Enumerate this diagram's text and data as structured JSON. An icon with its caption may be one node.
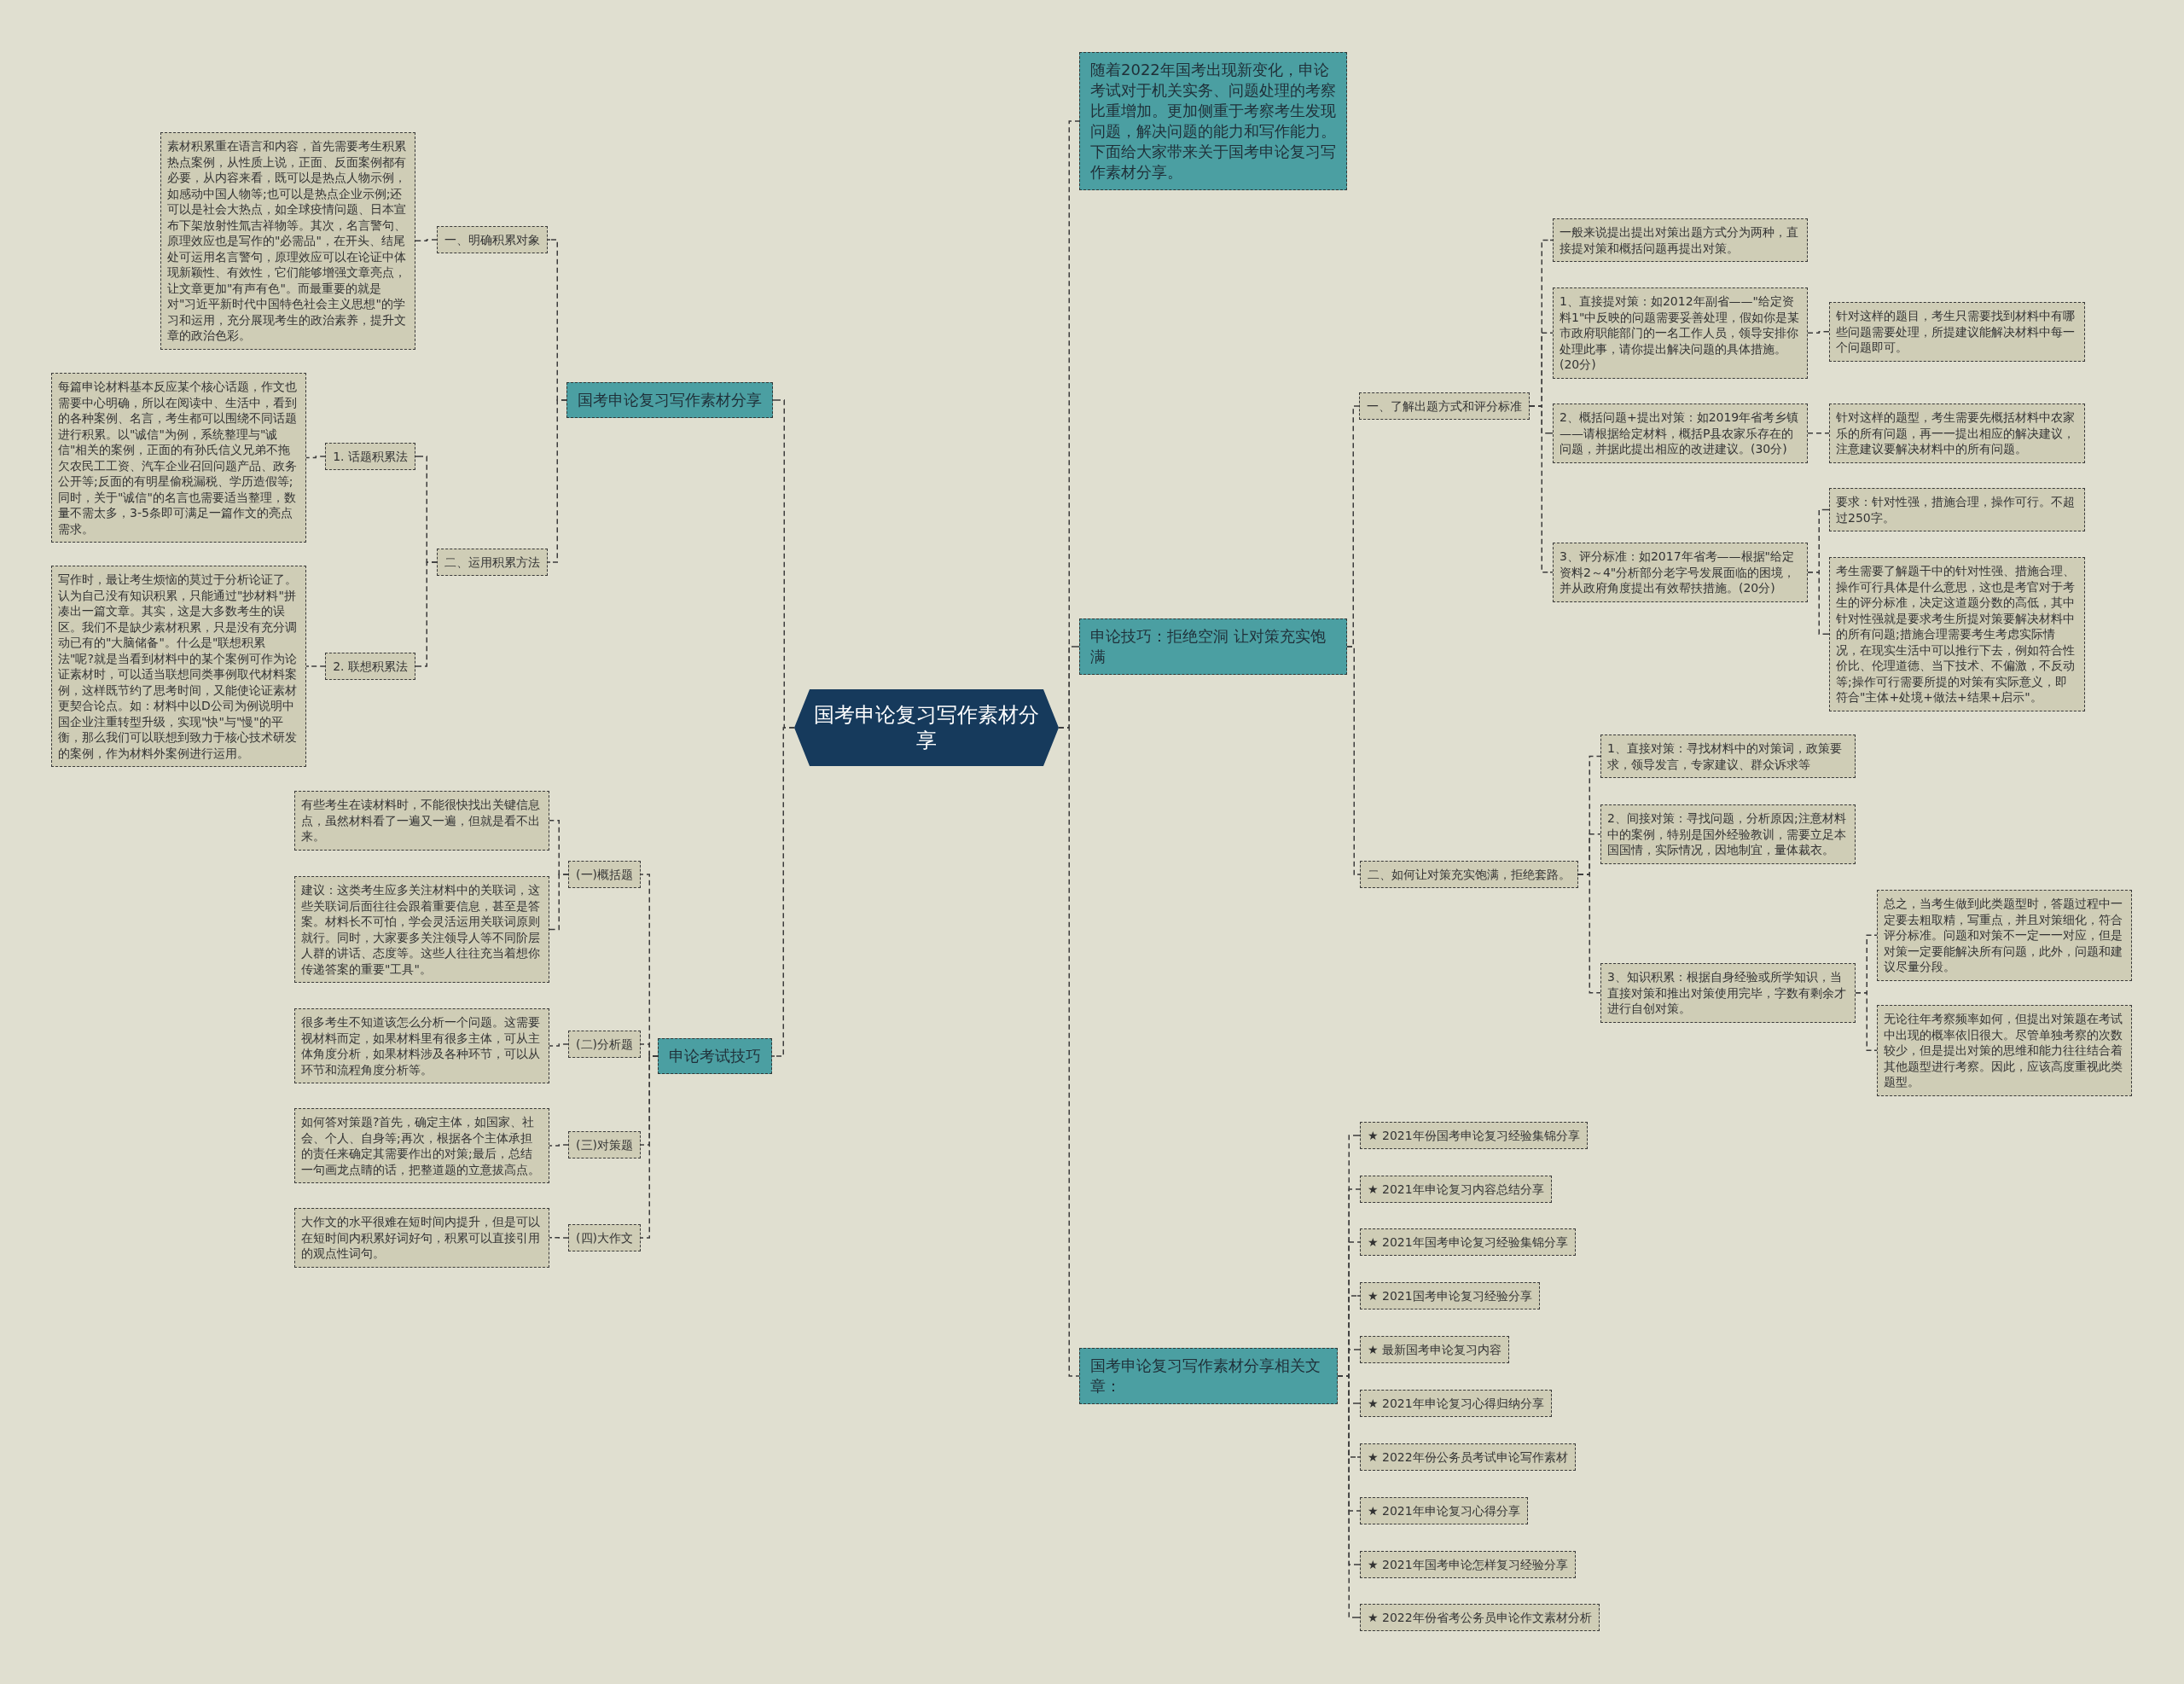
{
  "diagram": {
    "nodes": [
      {
        "text": [
          "国考申论复习写作素材分享"
        ]
      },
      {
        "text": [
          "随着2022年国考出现新变化，申论考试对于机关实务、问题处理的考察比重增加。更加侧重于考察考生发现问题，解决问题的能力和写作能力。下面给大家带来关于国考申论复习写作素材分享。"
        ]
      },
      {
        "text": [
          "申论技巧：拒绝空洞 让对策充实饱满"
        ]
      },
      {
        "text": [
          "一、了解出题方式和评分标准"
        ]
      },
      {
        "text": [
          "一般来说提出提出对策出题方式分为两种，直接提对策和概括问题再提出对策。"
        ]
      },
      {
        "text": [
          "1、直接提对策：如2012年副省——\"给定资料1\"中反映的问题需要妥善处理，假如你是某市政府职能部门的一名工作人员，领导安排你处理此事，请你提出解决问题的具体措施。(20分)"
        ]
      },
      {
        "text": [
          "针对这样的题目，考生只需要找到材料中有哪些问题需要处理，所提建议能解决材料中每一个问题即可。"
        ]
      },
      {
        "text": [
          "2、概括问题+提出对策：如2019年省考乡镇——请根据给定材料，概括P县农家乐存在的问题，并据此提出相应的改进建议。(30分)"
        ]
      },
      {
        "text": [
          "针对这样的题型，考生需要先概括材料中农家乐的所有问题，再一一提出相应的解决建议，注意建议要解决材料中的所有问题。"
        ]
      },
      {
        "text": [
          "3、评分标准：如2017年省考——根据\"给定资料2～4\"分析部分老字号发展面临的困境，并从政府角度提出有效帮扶措施。(20分)"
        ]
      },
      {
        "text": [
          "要求：针对性强，措施合理，操作可行。不超过250字。"
        ]
      },
      {
        "text": [
          "考生需要了解题干中的针对性强、措施合理、操作可行具体是什么意思，这也是考官对于考生的评分标准，决定这道题分数的高低，其中针对性强就是要求考生所提对策要解决材料中的所有问题;措施合理需要考生考虑实际情况，在现实生活中可以推行下去，例如符合性价比、伦理道德、当下技术、不偏激，不反动等;操作可行需要所提的对策有实际意义，即符合\"主体+处境+做法+结果+启示\"。"
        ]
      },
      {
        "text": [
          "二、如何让对策充实饱满，拒绝套路。"
        ]
      },
      {
        "text": [
          "1、直接对策：寻找材料中的对策词，政策要求，领导发言，专家建议、群众诉求等"
        ]
      },
      {
        "text": [
          "2、间接对策：寻找问题，分析原因;注意材料中的案例，特别是国外经验教训，需要立足本国国情，实际情况，因地制宜，量体裁衣。"
        ]
      },
      {
        "text": [
          "3、知识积累：根据自身经验或所学知识，当直接对策和推出对策使用完毕，字数有剩余才进行自创对策。"
        ]
      },
      {
        "text": [
          "总之，当考生做到此类题型时，答题过程中一定要去粗取精，写重点，并且对策细化，符合评分标准。问题和对策不一定一一对应，但是对策一定要能解决所有问题，此外，问题和建议尽量分段。"
        ]
      },
      {
        "text": [
          "无论往年考察频率如何，但提出对策题在考试中出现的概率依旧很大。尽管单独考察的次数较少，但是提出对策的思维和能力往往结合着其他题型进行考察。因此，应该高度重视此类题型。"
        ]
      },
      {
        "text": [
          "国考申论复习写作素材分享相关文章："
        ]
      },
      {
        "text": [
          "★ 2021年份国考申论复习经验集锦分享"
        ]
      },
      {
        "text": [
          "★ 2021年申论复习内容总结分享"
        ]
      },
      {
        "text": [
          "★ 2021年国考申论复习经验集锦分享"
        ]
      },
      {
        "text": [
          "★ 2021国考申论复习经验分享"
        ]
      },
      {
        "text": [
          "★ 最新国考申论复习内容"
        ]
      },
      {
        "text": [
          "★ 2021年申论复习心得归纳分享"
        ]
      },
      {
        "text": [
          "★ 2022年份公务员考试申论写作素材"
        ]
      },
      {
        "text": [
          "★ 2021年申论复习心得分享"
        ]
      },
      {
        "text": [
          "★ 2021年国考申论怎样复习经验分享"
        ]
      },
      {
        "text": [
          "★ 2022年份省考公务员申论作文素材分析"
        ]
      },
      {
        "text": [
          "国考申论复习写作素材分享"
        ]
      },
      {
        "text": [
          "一、明确积累对象"
        ]
      },
      {
        "text": [
          "素材积累重在语言和内容，首先需要考生积累热点案例，从性质上说，正面、反面案例都有必要，从内容来看，既可以是热点人物示例，如感动中国人物等;也可以是热点企业示例;还可以是社会大热点，如全球疫情问题、日本宣布下架放射性氚吉祥物等。其次，名言警句、原理效应也是写作的\"必需品\"，在开头、结尾处可运用名言警句，原理效应可以在论证中体现新颖性、有效性，它们能够增强文章亮点，让文章更加\"有声有色\"。而最重要的就是对\"习近平新时代中国特色社会主义思想\"的学习和运用，充分展现考生的政治素养，提升文章的政治色彩。"
        ]
      },
      {
        "text": [
          "二、运用积累方法"
        ]
      },
      {
        "text": [
          "1. 话题积累法"
        ]
      },
      {
        "text": [
          "每篇申论材料基本反应某个核心话题，作文也需要中心明确，所以在阅读中、生活中，看到的各种案例、名言，考生都可以围绕不同话题进行积累。以\"诚信\"为例，系统整理与\"诚信\"相关的案例，正面的有孙氏信义兄弟不拖欠农民工工资、汽车企业召回问题产品、政务公开等;反面的有明星偷税漏税、学历造假等;同时，关于\"诚信\"的名言也需要适当整理，数量不需太多，3-5条即可满足一篇作文的亮点需求。"
        ]
      },
      {
        "text": [
          "2. 联想积累法"
        ]
      },
      {
        "text": [
          "写作时，最让考生烦恼的莫过于分析论证了。认为自己没有知识积累，只能通过\"抄材料\"拼凑出一篇文章。其实，这是大多数考生的误区。我们不是缺少素材积累，只是没有充分调动已有的\"大脑储备\"。什么是\"联想积累法\"呢?就是当看到材料中的某个案例可作为论证素材时，可以适当联想同类事例取代材料案例，这样既节约了思考时间，又能使论证素材更契合论点。如：材料中以D公司为例说明中国企业注重转型升级，实现\"快\"与\"慢\"的平衡，那么我们可以联想到致力于核心技术研发的案例，作为材料外案例进行运用。"
        ]
      },
      {
        "text": [
          "申论考试技巧"
        ]
      },
      {
        "text": [
          "(一)概括题"
        ]
      },
      {
        "text": [
          "有些考生在读材料时，不能很快找出关键信息点，虽然材料看了一遍又一遍，但就是看不出来。"
        ]
      },
      {
        "text": [
          "建议：这类考生应多关注材料中的关联词，这些关联词后面往往会跟着重要信息，甚至是答案。材料长不可怕，学会灵活运用关联词原则就行。同时，大家要多关注领导人等不同阶层人群的讲话、态度等。这些人往往充当着想你传递答案的重要\"工具\"。"
        ]
      },
      {
        "text": [
          "(二)分析题"
        ]
      },
      {
        "text": [
          "很多考生不知道该怎么分析一个问题。这需要视材料而定，如果材料里有很多主体，可从主体角度分析，如果材料涉及各种环节，可以从环节和流程角度分析等。"
        ]
      },
      {
        "text": [
          "(三)对策题"
        ]
      },
      {
        "text": [
          "如何答对策题?首先，确定主体，如国家、社会、个人、自身等;再次，根据各个主体承担的责任来确定其需要作出的对策;最后，总结一句画龙点睛的话，把整道题的立意拔高点。"
        ]
      },
      {
        "text": [
          "(四)大作文"
        ]
      },
      {
        "text": [
          "大作文的水平很难在短时间内提升，但是可以在短时间内积累好词好句，积累可以直接引用的观点性词句。"
        ]
      }
    ],
    "edges": [
      {
        "from": 0,
        "to": 1,
        "arrow": "none",
        "style": "dashed"
      },
      {
        "from": 0,
        "to": 2,
        "arrow": "none",
        "style": "dashed"
      },
      {
        "from": 2,
        "to": 3,
        "arrow": "none",
        "style": "dashed"
      },
      {
        "from": 3,
        "to": 4,
        "arrow": "none",
        "style": "dashed"
      },
      {
        "from": 3,
        "to": 5,
        "arrow": "none",
        "style": "dashed"
      },
      {
        "from": 5,
        "to": 6,
        "arrow": "none",
        "style": "dashed"
      },
      {
        "from": 3,
        "to": 7,
        "arrow": "none",
        "style": "dashed"
      },
      {
        "from": 7,
        "to": 8,
        "arrow": "none",
        "style": "dashed"
      },
      {
        "from": 3,
        "to": 9,
        "arrow": "none",
        "style": "dashed"
      },
      {
        "from": 9,
        "to": 10,
        "arrow": "none",
        "style": "dashed"
      },
      {
        "from": 9,
        "to": 11,
        "arrow": "none",
        "style": "dashed"
      },
      {
        "from": 2,
        "to": 12,
        "arrow": "none",
        "style": "dashed"
      },
      {
        "from": 12,
        "to": 13,
        "arrow": "none",
        "style": "dashed"
      },
      {
        "from": 12,
        "to": 14,
        "arrow": "none",
        "style": "dashed"
      },
      {
        "from": 12,
        "to": 15,
        "arrow": "none",
        "style": "dashed"
      },
      {
        "from": 15,
        "to": 16,
        "arrow": "none",
        "style": "dashed"
      },
      {
        "from": 15,
        "to": 17,
        "arrow": "none",
        "style": "dashed"
      },
      {
        "from": 0,
        "to": 18,
        "arrow": "none",
        "style": "dashed"
      },
      {
        "from": 18,
        "to": 19,
        "arrow": "none",
        "style": "dashed"
      },
      {
        "from": 18,
        "to": 20,
        "arrow": "none",
        "style": "dashed"
      },
      {
        "from": 18,
        "to": 21,
        "arrow": "none",
        "style": "dashed"
      },
      {
        "from": 18,
        "to": 22,
        "arrow": "none",
        "style": "dashed"
      },
      {
        "from": 18,
        "to": 23,
        "arrow": "none",
        "style": "dashed"
      },
      {
        "from": 18,
        "to": 24,
        "arrow": "none",
        "style": "dashed"
      },
      {
        "from": 18,
        "to": 25,
        "arrow": "none",
        "style": "dashed"
      },
      {
        "from": 18,
        "to": 26,
        "arrow": "none",
        "style": "dashed"
      },
      {
        "from": 18,
        "to": 27,
        "arrow": "none",
        "style": "dashed"
      },
      {
        "from": 18,
        "to": 28,
        "arrow": "none",
        "style": "dashed"
      },
      {
        "from": 0,
        "to": 29,
        "arrow": "none",
        "style": "dashed"
      },
      {
        "from": 29,
        "to": 30,
        "arrow": "none",
        "style": "dashed"
      },
      {
        "from": 30,
        "to": 31,
        "arrow": "none",
        "style": "dashed"
      },
      {
        "from": 29,
        "to": 32,
        "arrow": "none",
        "style": "dashed"
      },
      {
        "from": 32,
        "to": 33,
        "arrow": "none",
        "style": "dashed"
      },
      {
        "from": 33,
        "to": 34,
        "arrow": "none",
        "style": "dashed"
      },
      {
        "from": 32,
        "to": 35,
        "arrow": "none",
        "style": "dashed"
      },
      {
        "from": 35,
        "to": 36,
        "arrow": "none",
        "style": "dashed"
      },
      {
        "from": 0,
        "to": 37,
        "arrow": "none",
        "style": "dashed"
      },
      {
        "from": 37,
        "to": 38,
        "arrow": "none",
        "style": "dashed"
      },
      {
        "from": 38,
        "to": 39,
        "arrow": "none",
        "style": "dashed"
      },
      {
        "from": 38,
        "to": 40,
        "arrow": "none",
        "style": "dashed"
      },
      {
        "from": 37,
        "to": 41,
        "arrow": "none",
        "style": "dashed"
      },
      {
        "from": 41,
        "to": 42,
        "arrow": "none",
        "style": "dashed"
      },
      {
        "from": 37,
        "to": 43,
        "arrow": "none",
        "style": "dashed"
      },
      {
        "from": 43,
        "to": 44,
        "arrow": "none",
        "style": "dashed"
      },
      {
        "from": 37,
        "to": 45,
        "arrow": "none",
        "style": "dashed"
      },
      {
        "from": 45,
        "to": 46,
        "arrow": "none",
        "style": "dashed"
      }
    ]
  }
}
